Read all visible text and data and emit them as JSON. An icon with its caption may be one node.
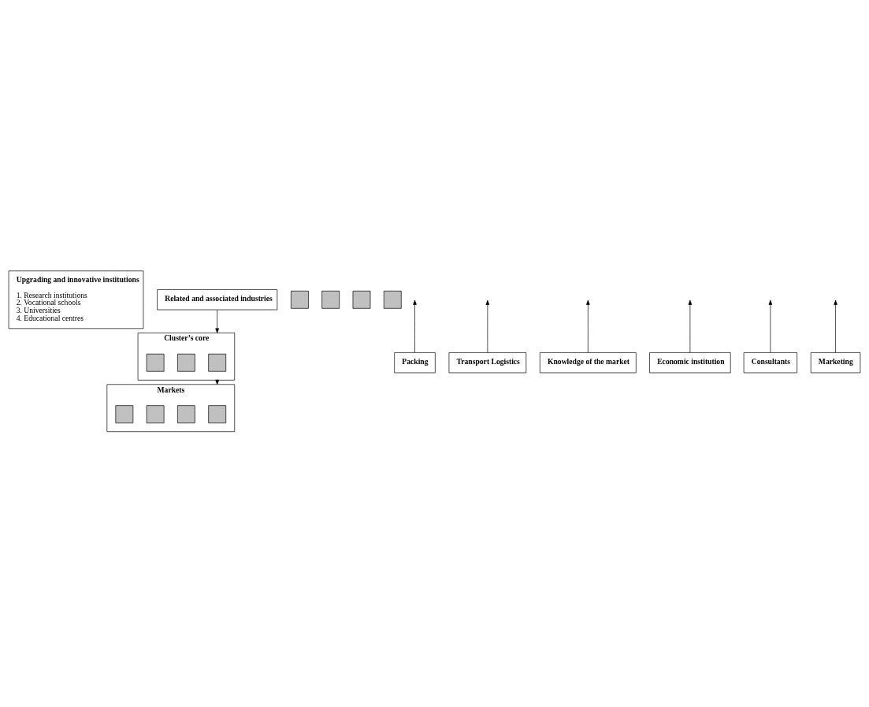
{
  "diagram": {
    "nodes": [
      {
        "text": [
          "Upgrading and innovative institutions",
          "1. Research institutions",
          "2. Vocational schools",
          "3. Universities",
          "4. Educational centres"
        ]
      },
      {
        "text": [
          "Related and associated industries"
        ]
      },
      {
        "text": [
          "Cluster’s core"
        ]
      },
      {
        "text": [
          "Markets"
        ]
      },
      {
        "text": [],
        "shape": "box",
        "in": 2
      },
      {
        "text": [],
        "shape": "box",
        "in": 2
      },
      {
        "text": [],
        "shape": "box",
        "in": 2
      },
      {
        "text": [],
        "shape": "box",
        "in": 3
      },
      {
        "text": [],
        "shape": "box",
        "in": 3
      },
      {
        "text": [],
        "shape": "box",
        "in": 3
      },
      {
        "text": [],
        "shape": "box",
        "in": 3
      },
      {
        "text": [],
        "shape": "box"
      },
      {
        "text": [],
        "shape": "box"
      },
      {
        "text": [],
        "shape": "box"
      },
      {
        "text": [],
        "shape": "box"
      },
      {
        "text": [
          "Packing"
        ]
      },
      {
        "text": [
          "Transport Logistics"
        ]
      },
      {
        "text": [
          "Knowledge of the market"
        ]
      },
      {
        "text": [
          "Economic institution"
        ]
      },
      {
        "text": [
          "Consultants"
        ]
      },
      {
        "text": [
          "Marketing"
        ]
      }
    ],
    "edges": [
      {
        "from": 1,
        "to": 2,
        "arrow": "to"
      },
      {
        "from": 2,
        "to": 3,
        "arrow": "to"
      },
      {
        "from": 15,
        "to": null,
        "arrow": "to"
      },
      {
        "from": 16,
        "to": null,
        "arrow": "to"
      },
      {
        "from": 17,
        "to": null,
        "arrow": "to"
      },
      {
        "from": 18,
        "to": null,
        "arrow": "to"
      },
      {
        "from": 19,
        "to": null,
        "arrow": "to"
      },
      {
        "from": 20,
        "to": null,
        "arrow": "to"
      }
    ]
  }
}
